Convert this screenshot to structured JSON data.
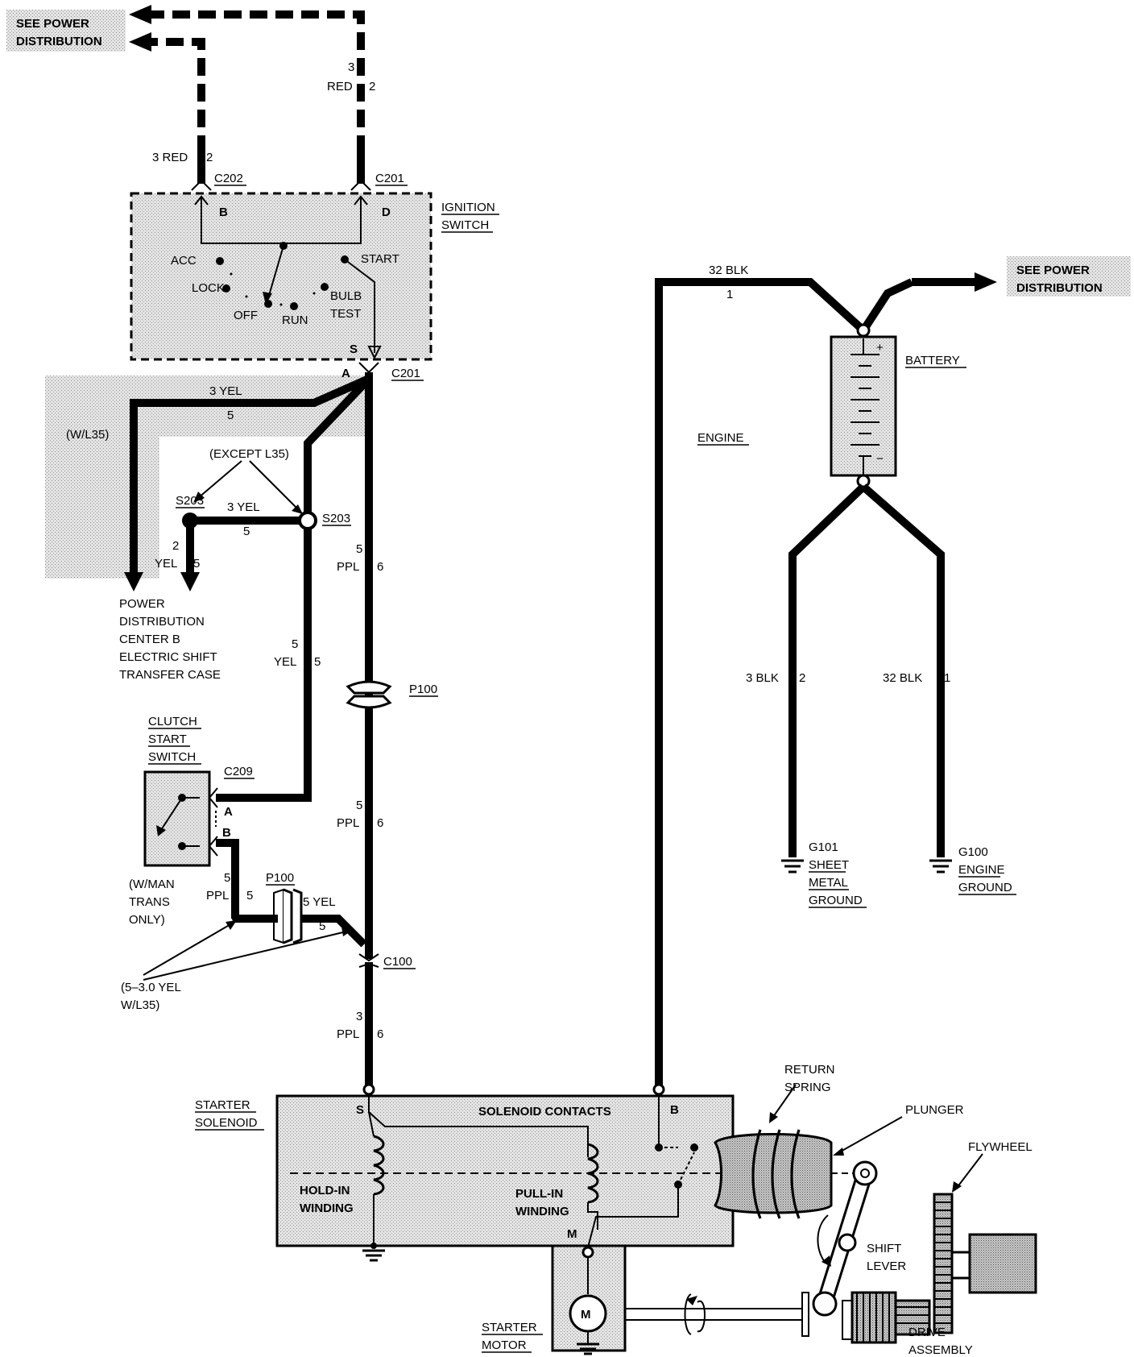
{
  "power_top": "SEE POWER\nDISTRIBUTION",
  "power_right": "SEE POWER\nDISTRIBUTION",
  "ignition_switch": "IGNITION\nSWITCH",
  "positions": {
    "acc": "ACC",
    "lock": "LOCK",
    "off": "OFF",
    "run": "RUN",
    "bulb_test": "BULB\nTEST",
    "start": "START"
  },
  "terminals": {
    "b": "B",
    "d": "D",
    "s": "S",
    "a": "A",
    "clutch_a": "A",
    "clutch_b": "B",
    "sol_s": "S",
    "sol_b": "B",
    "sol_m": "M"
  },
  "connectors": {
    "c202": "C202",
    "c201_top": "C201",
    "c201_bottom": "C201",
    "c209": "C209",
    "c100": "C100",
    "p100_main": "P100",
    "p100_small": "P100",
    "s203_left": "S203",
    "s203_right": "S203"
  },
  "wires": {
    "red_right_num": "3",
    "red_right_color": "RED",
    "red_right_cir": "2",
    "red_left": "3 RED",
    "red_left_cir": "2",
    "yel_top": "3 YEL",
    "yel_top_cir": "5",
    "yel_mid": "3 YEL",
    "yel_mid_cir": "5",
    "yel_down_num": "2",
    "yel_down_color": "YEL",
    "yel_down_cir": "5",
    "ppl1_num": "5",
    "ppl1_color": "PPL",
    "ppl1_cir": "6",
    "yel_vert_num": "5",
    "yel_vert_color": "YEL",
    "yel_vert_cir": "5",
    "ppl2_num": "5",
    "ppl2_color": "PPL",
    "ppl2_cir": "6",
    "ppl_small_num": "5",
    "ppl_small_color": "PPL",
    "ppl_small_cir": "5",
    "yel_small": "5 YEL",
    "yel_small_cir": "5",
    "ppl3_num": "3",
    "ppl3_color": "PPL",
    "ppl3_cir": "6",
    "blk_top": "32 BLK",
    "blk_top_cir": "1",
    "blk_left": "3 BLK",
    "blk_left_cir": "2",
    "blk_right": "32 BLK",
    "blk_right_cir": "1"
  },
  "notes": {
    "wl35": "(W/L35)",
    "except_l35": "(EXCEPT L35)",
    "yel_w_l35": "(5–3.0 YEL\nW/L35)",
    "man_trans": "(W/MAN\nTRANS\nONLY)"
  },
  "power_dist_b": "POWER\nDISTRIBUTION\nCENTER B\nELECTRIC SHIFT\nTRANSFER CASE",
  "clutch_switch": "CLUTCH\nSTART\nSWITCH",
  "battery": "BATTERY",
  "engine": "ENGINE",
  "g101": "G101\nSHEET\nMETAL\nGROUND",
  "g100": "G100\nENGINE\nGROUND",
  "starter_solenoid": "STARTER\nSOLENOID",
  "solenoid_contacts": "SOLENOID CONTACTS",
  "hold_in": "HOLD-IN\nWINDING",
  "pull_in": "PULL-IN\nWINDING",
  "starter_motor": "STARTER\nMOTOR",
  "motor_symbol": "M",
  "return_spring": "RETURN\nSPRING",
  "plunger": "PLUNGER",
  "flywheel": "FLYWHEEL",
  "shift_lever": "SHIFT\nLEVER",
  "drive_assembly": "DRIVE\nASSEMBLY"
}
